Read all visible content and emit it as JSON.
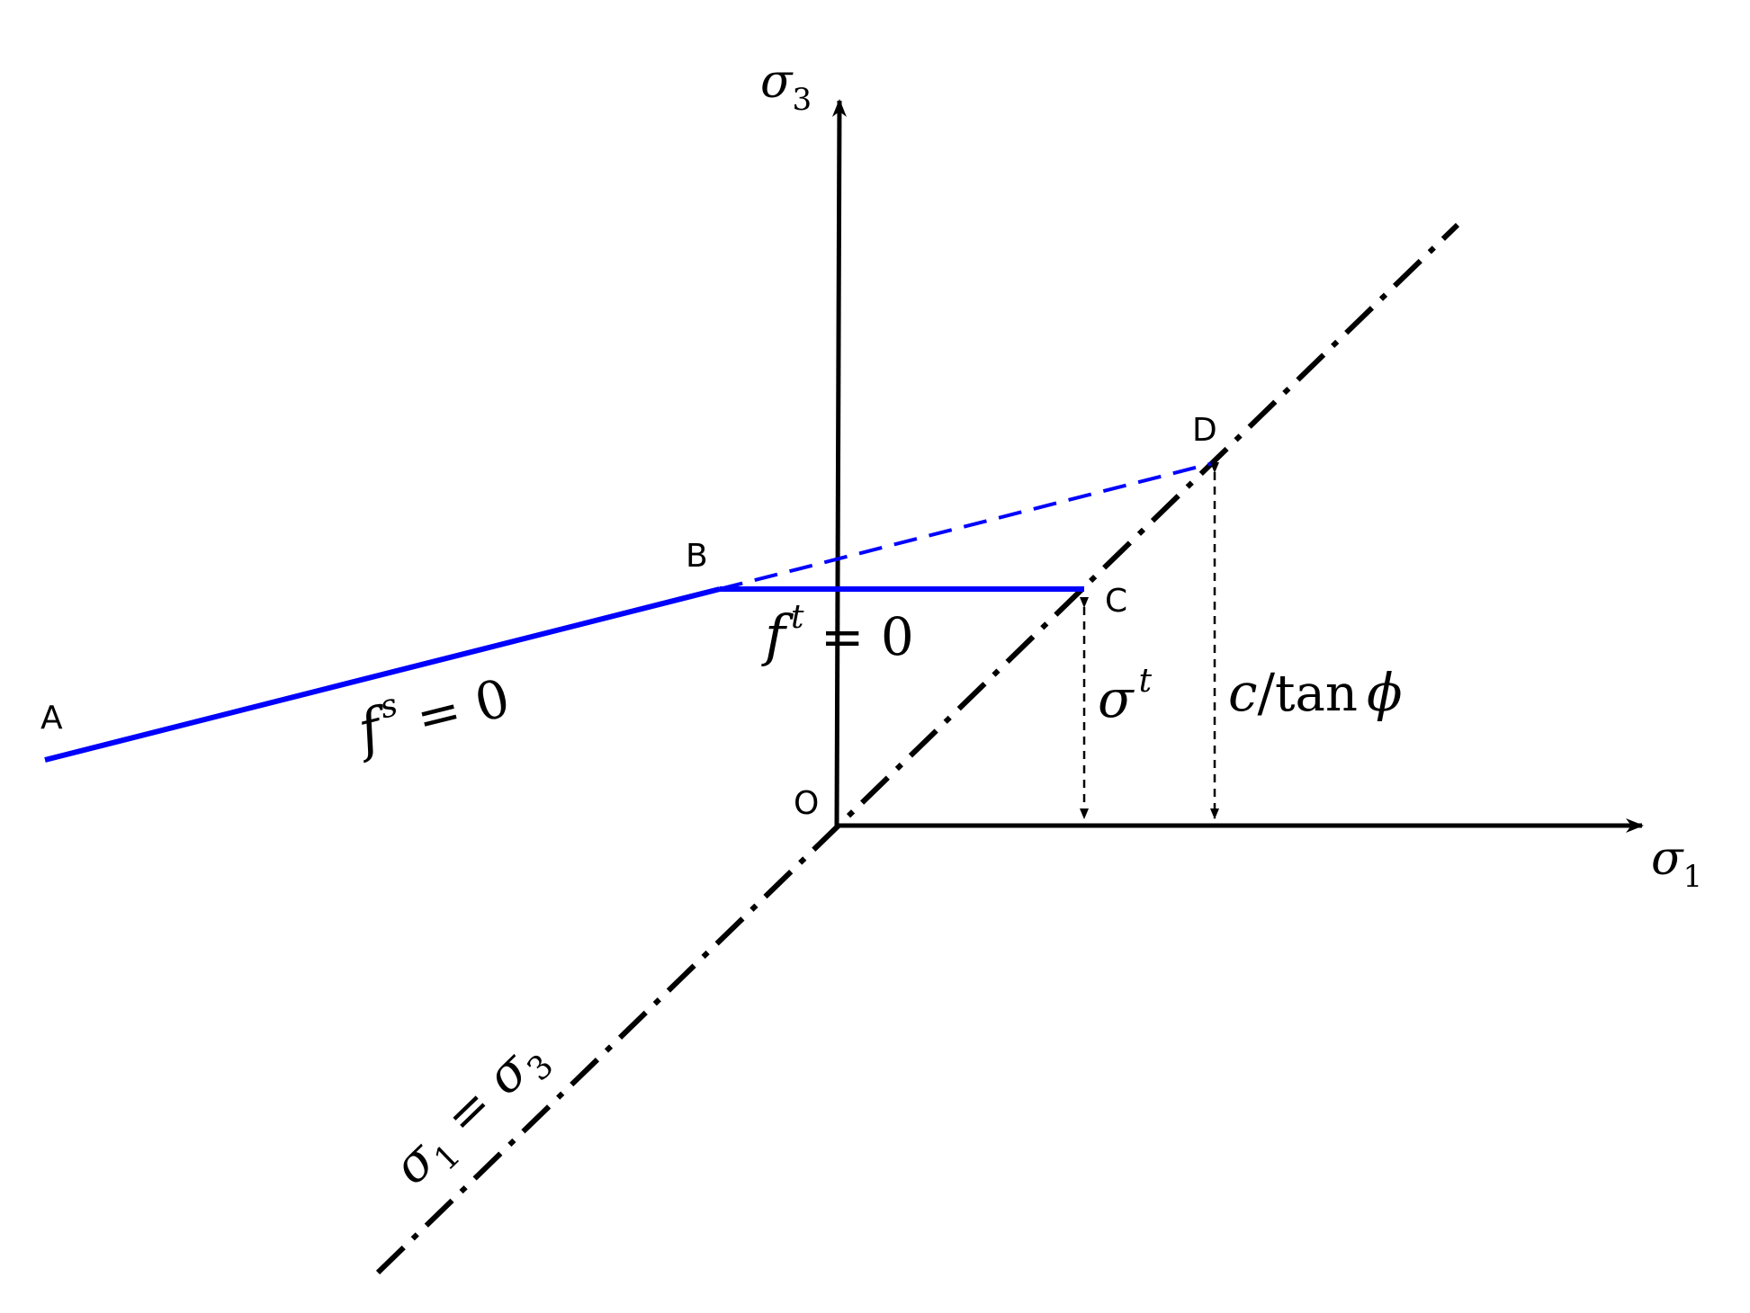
{
  "colors": {
    "background": "#ffffff",
    "axis": "#000000",
    "envelope": "#0000ff",
    "dimension": "#000000"
  },
  "points": {
    "A": "A",
    "B": "B",
    "C": "C",
    "D": "D",
    "O": "O"
  },
  "axes": {
    "sigma1_symbol": "σ",
    "sigma1_sub": "1",
    "sigma3_symbol": "σ",
    "sigma3_sub": "3"
  },
  "equations": {
    "shear_f": "f",
    "shear_sup": "s",
    "shear_rest": " = 0",
    "tension_f": "f",
    "tension_sup": "t",
    "tension_rest": " = 0",
    "equal_s1": "σ",
    "equal_s1_sub": "1",
    "equal_eq": " = ",
    "equal_s3": "σ",
    "equal_s3_sub": "3"
  },
  "dimensions": {
    "tensile_symbol": "σ",
    "tensile_sup": "t",
    "apex_c": "c",
    "apex_slash": "/",
    "apex_tan": "tan",
    "apex_phi": "ϕ"
  }
}
